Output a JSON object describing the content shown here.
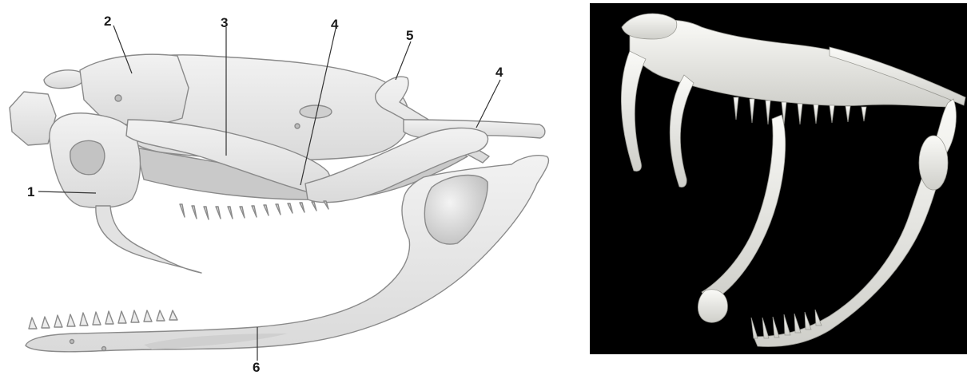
{
  "figure": {
    "labels": [
      {
        "id": "label-1",
        "text": "1"
      },
      {
        "id": "label-2",
        "text": "2"
      },
      {
        "id": "label-3",
        "text": "3"
      },
      {
        "id": "label-4a",
        "text": "4"
      },
      {
        "id": "label-5",
        "text": "5"
      },
      {
        "id": "label-4b",
        "text": "4"
      },
      {
        "id": "label-6",
        "text": "6"
      }
    ]
  },
  "colors": {
    "bone_fill": "#e9e9e9",
    "bone_shade": "#d2d2d2",
    "bone_outline": "#8a8a8a",
    "photo_bg": "#000000",
    "photo_bone": "#f2f2ef"
  }
}
